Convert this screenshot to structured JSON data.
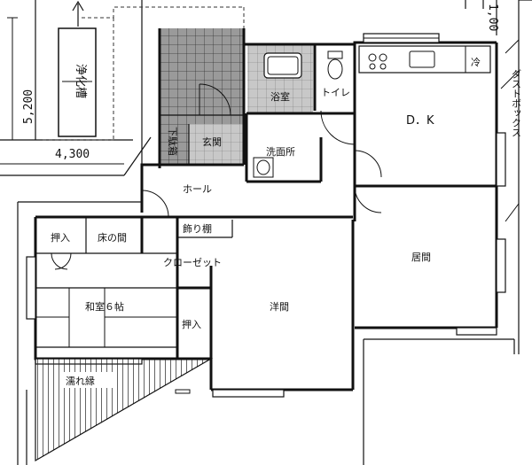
{
  "dimensions": {
    "top_right_partial": "1,00",
    "left_vertical": "5,200",
    "left_horizontal": "4,300"
  },
  "rooms": {
    "septic_tank": "浄化槽",
    "bathroom": "浴室",
    "toilet": "トイレ",
    "dk": "D．K",
    "shoe_box": "下駄箱",
    "entrance": "玄関",
    "washroom": "洗面所",
    "hall": "ホール",
    "decor_shelf": "飾り棚",
    "oshiire_left": "押入",
    "tokonoma": "床の間",
    "closet": "クローゼット",
    "washitsu": "和室６帖",
    "oshiire_right": "押入",
    "western": "洋間",
    "living": "居間",
    "veranda": "濡れ縁",
    "fridge": "冷",
    "dust_box": "ダストボックス"
  }
}
